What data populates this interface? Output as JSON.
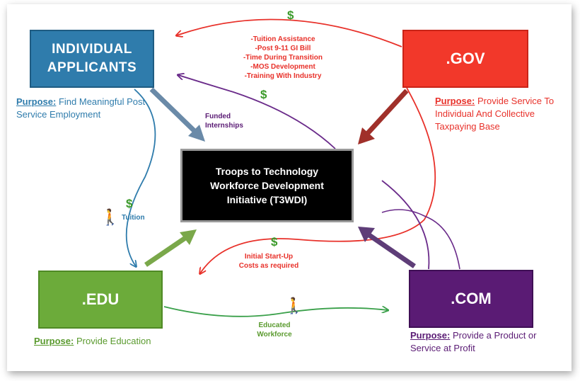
{
  "boxes": {
    "individual": "INDIVIDUAL\nAPPLICANTS",
    "gov": ".GOV",
    "edu": ".EDU",
    "com": ".COM",
    "center": "Troops to Technology Workforce Development Initiative (T3WDI)"
  },
  "purposes": {
    "label": "Purpose:",
    "individual": "Find Meaningful Post Service Employment",
    "gov": "Provide Service To Individual And Collective Taxpaying Base",
    "edu": "Provide Education",
    "com": "Provide a Product or Service at Profit"
  },
  "labels": {
    "gov_to_individual": [
      "-Tuition Assistance",
      "-Post 9-11 GI Bill",
      "-Time During Transition",
      "-MOS Development",
      "-Training With Industry"
    ],
    "funded_internships": "Funded\nInternships",
    "tuition": "Tuition",
    "startup_costs": "Initial Start-Up\nCosts as required",
    "educated_workforce": "Educated\nWorkforce"
  },
  "icons": {
    "dollar": "$",
    "walker": "🚶"
  },
  "colors": {
    "individual": "#2f7cac",
    "gov": "#f2382a",
    "edu": "#6cab3a",
    "com": "#5a1b74",
    "center": "#000000",
    "dollar": "#3b9a2a"
  }
}
